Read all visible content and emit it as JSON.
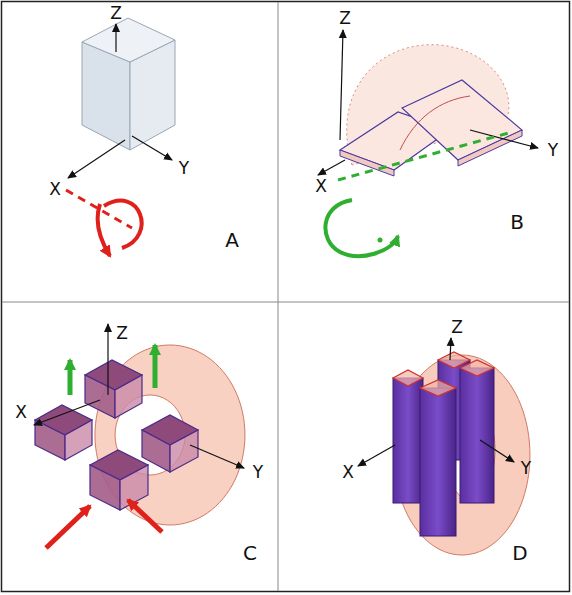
{
  "diagram": {
    "labels": [
      "Z",
      "X",
      "Y",
      "A",
      "Z",
      "Y",
      "X",
      "B",
      "Z",
      "X",
      "Y",
      "C",
      "Z",
      "X",
      "Y",
      "D"
    ]
  }
}
